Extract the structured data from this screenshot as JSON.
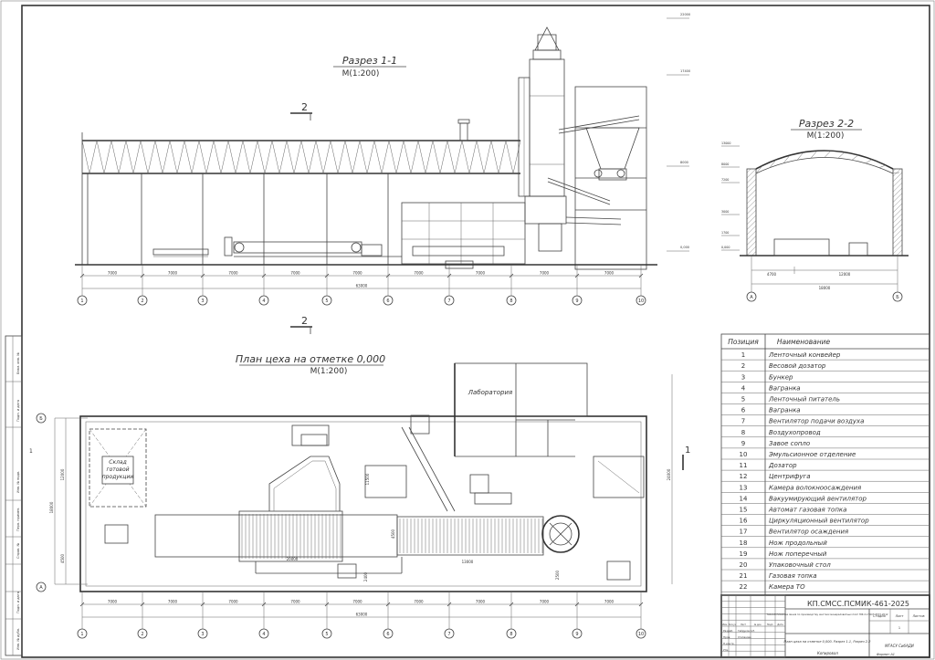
{
  "section_1_1": {
    "title": "Разрез 1-1",
    "scale": "М(1:200)"
  },
  "section_2_2": {
    "title": "Разрез 2-2",
    "scale": "М(1:200)"
  },
  "plan": {
    "title": "План цеха на отметке 0,000",
    "scale": "М(1:200)"
  },
  "section_mark": "2",
  "section_mark_side": "1",
  "rooms": {
    "lab": "Лаборатория",
    "warehouse": "Склад готовой продукции"
  },
  "axes_numbers": [
    "1",
    "2",
    "3",
    "4",
    "5",
    "6",
    "7",
    "8",
    "9",
    "10"
  ],
  "axes_letters": [
    "А",
    "Б"
  ],
  "dimensions": {
    "spans": [
      "7000",
      "7000",
      "7000",
      "7000",
      "7000",
      "7000",
      "7000",
      "7000",
      "7000"
    ],
    "total": "63000",
    "sec2_overall": "18000",
    "sec2_span": "12000",
    "sec2_side": "4700",
    "plan_height": "18000",
    "plan_width_a": "12000",
    "plan_width_b": "4500",
    "plan_right": "24000",
    "conveyor_len": "20000",
    "line_len": "13000",
    "d_2400": "2400",
    "d_4500": "4500",
    "d_11500": "11500",
    "d_2500": "2500"
  },
  "elevations": {
    "e1": "22000",
    "e2": "17400",
    "e3": "8000",
    "e4": "0,000",
    "s2_top": "13000",
    "s2_a": "8000",
    "s2_b": "7200",
    "s2_c": "3000",
    "s2_d": "1700",
    "s2_e": "0,000"
  },
  "spec_table": {
    "header_pos": "Позиция",
    "header_name": "Наименование",
    "rows": [
      {
        "pos": "1",
        "name": "Ленточный конвейер"
      },
      {
        "pos": "2",
        "name": "Весовой дозатор"
      },
      {
        "pos": "3",
        "name": "Бункер"
      },
      {
        "pos": "4",
        "name": "Вагранка"
      },
      {
        "pos": "5",
        "name": "Ленточный питатель"
      },
      {
        "pos": "6",
        "name": "Вагранка"
      },
      {
        "pos": "7",
        "name": "Вентилятор подачи воздуха"
      },
      {
        "pos": "8",
        "name": "Воздухопровод"
      },
      {
        "pos": "9",
        "name": "Завое сопло"
      },
      {
        "pos": "10",
        "name": "Эмульсионное отделение"
      },
      {
        "pos": "11",
        "name": "Дозатор"
      },
      {
        "pos": "12",
        "name": "Центрифуга"
      },
      {
        "pos": "13",
        "name": "Камера волокноосаждения"
      },
      {
        "pos": "14",
        "name": "Вакуумирующий вентилятор"
      },
      {
        "pos": "15",
        "name": "Автомат газовая топка"
      },
      {
        "pos": "16",
        "name": "Циркуляционный вентилятор"
      },
      {
        "pos": "17",
        "name": "Вентилятор осаждения"
      },
      {
        "pos": "18",
        "name": "Нож продольный"
      },
      {
        "pos": "19",
        "name": "Нож поперечный"
      },
      {
        "pos": "20",
        "name": "Упаковочный стол"
      },
      {
        "pos": "21",
        "name": "Газовая топка"
      },
      {
        "pos": "22",
        "name": "Камера ТО"
      }
    ]
  },
  "title_block": {
    "code": "КП.СМСС.ПСМИК-461-2025",
    "desc": "Технологическая линия по производству жестких минераловатных плит ПЖ по ГОСТ 9573-2012",
    "sheet_desc": "План цеха на отметке 0,000. Разрез 1-1, Разрез 2-2",
    "org": "МГАСУ СибАДИ",
    "stage_h": "Стадия",
    "sheet_h": "Лист",
    "sheets_h": "Листов",
    "sheet_no": "1",
    "copied": "Копировал",
    "format": "Формат А1",
    "rows": [
      "Изм.",
      "Кол.уч",
      "Лист",
      "№ док.",
      "Подп.",
      "Дата"
    ],
    "roles": [
      "Разраб.",
      "Пров.",
      "Н.контр.",
      "Утв."
    ],
    "names": [
      "Гайдуков А.Н.",
      "Степанова"
    ]
  },
  "left_strip": [
    "Взам. инв. №",
    "Подп. и дата",
    "Инв. № подл.",
    "Перв. примен.",
    "Справ. №",
    "Подп. и дата",
    "Инв. № дубл."
  ]
}
